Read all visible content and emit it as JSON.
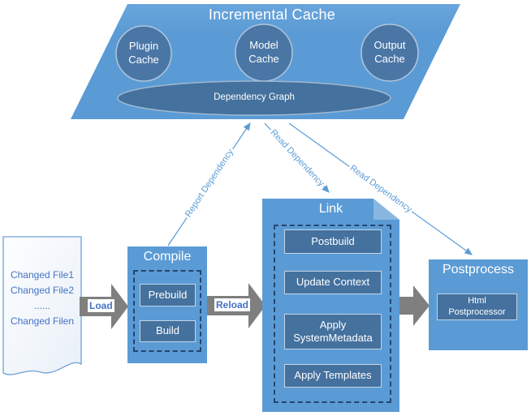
{
  "diagram": {
    "incremental_cache": {
      "title": "Incremental Cache",
      "plugin_cache": "Plugin\nCache",
      "model_cache": "Model\nCache",
      "output_cache": "Output\nCache",
      "dependency_graph": "Dependency Graph"
    },
    "changed_files": {
      "line1": "Changed File1",
      "line2": "Changed File2",
      "line3": "......",
      "line4": "Changed Filen"
    },
    "compile": {
      "title": "Compile",
      "steps": [
        "Prebuild",
        "Build"
      ]
    },
    "link": {
      "title": "Link",
      "steps": [
        "Postbuild",
        "Update Context",
        "Apply\nSystemMetadata",
        "Apply Templates"
      ]
    },
    "postprocess": {
      "title": "Postprocess",
      "steps": [
        "Html\nPostprocessor"
      ]
    },
    "arrows": {
      "load": "Load",
      "reload": "Reload",
      "report_dependency": "Report Dependency",
      "read_dependency_left": "Read Dependency",
      "read_dependency_right": "Read Dependency"
    },
    "colors": {
      "light_blue": "#5B9BD5",
      "dark_blue": "#44719E",
      "dash_navy": "#24466E",
      "gray_arrow": "#7F7F7F",
      "connector_blue": "#5B9BD5",
      "doc_text_blue": "#4472C4"
    }
  }
}
